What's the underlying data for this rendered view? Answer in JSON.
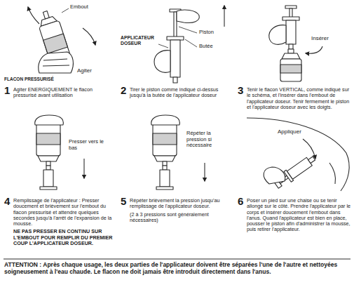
{
  "diagram": {
    "labels": [
      "Embout",
      "Agiter",
      "FLACON PRESSURISÉ",
      "1",
      "Agiter ENERGIQUEMENT le flacon pressurisé avant utilisation",
      "Piston",
      "APPLICATEUR DOSEUR",
      "Butée",
      "2",
      "Tirer le piston comme indiqué ci-dessus jusqu'à la butée de l'applicateur doseur",
      "Insérer",
      "3",
      "Tenir le flacon VERTICAL, comme indiqué sur le schéma, et l'insérer dans l'embout de l'applicateur doseur. Tenir fermement le piston et l'applicateur doseur avec les doigts.",
      "Presser vers le bas",
      "4",
      "Remplissage de l'applicateur : Presser doucement et brièvement sur l'embout du flacon pressurisé et attendre quelques secondes jusqu'à l'arrêt de l'expansion de la mousse.",
      "NE PAS PRESSER EN CONTINU SUR L'EMBOUT POUR REMPLIR DU PREMIER COUP L'APPLICATEUR DOSEUR.",
      "Répéter la pression si nécessaire",
      "5",
      "Répéter brièvement la pression jusqu'au remplissage de l'applicateur doseur.",
      "(2 à 3 pressions sont généralement nécessaires)",
      "Appliquer",
      "6",
      "Poser un pied sur une chaise ou se tenir allongé sur le côté. Prendre l'applicateur par le corps et insérer doucement l'embout dans l'anus. Quand l'applicateur est bien en place, pousser le piston afin d'administrer la mousse, puis retirer l'applicateur.",
      "ATTENTION : Après chaque usage, les deux parties de l'applicateur doivent être séparées l'une de l'autre et nettoyées soigneusement à l'eau chaude. Le flacon ne doit jamais être introduit directement dans l'anus."
    ]
  }
}
